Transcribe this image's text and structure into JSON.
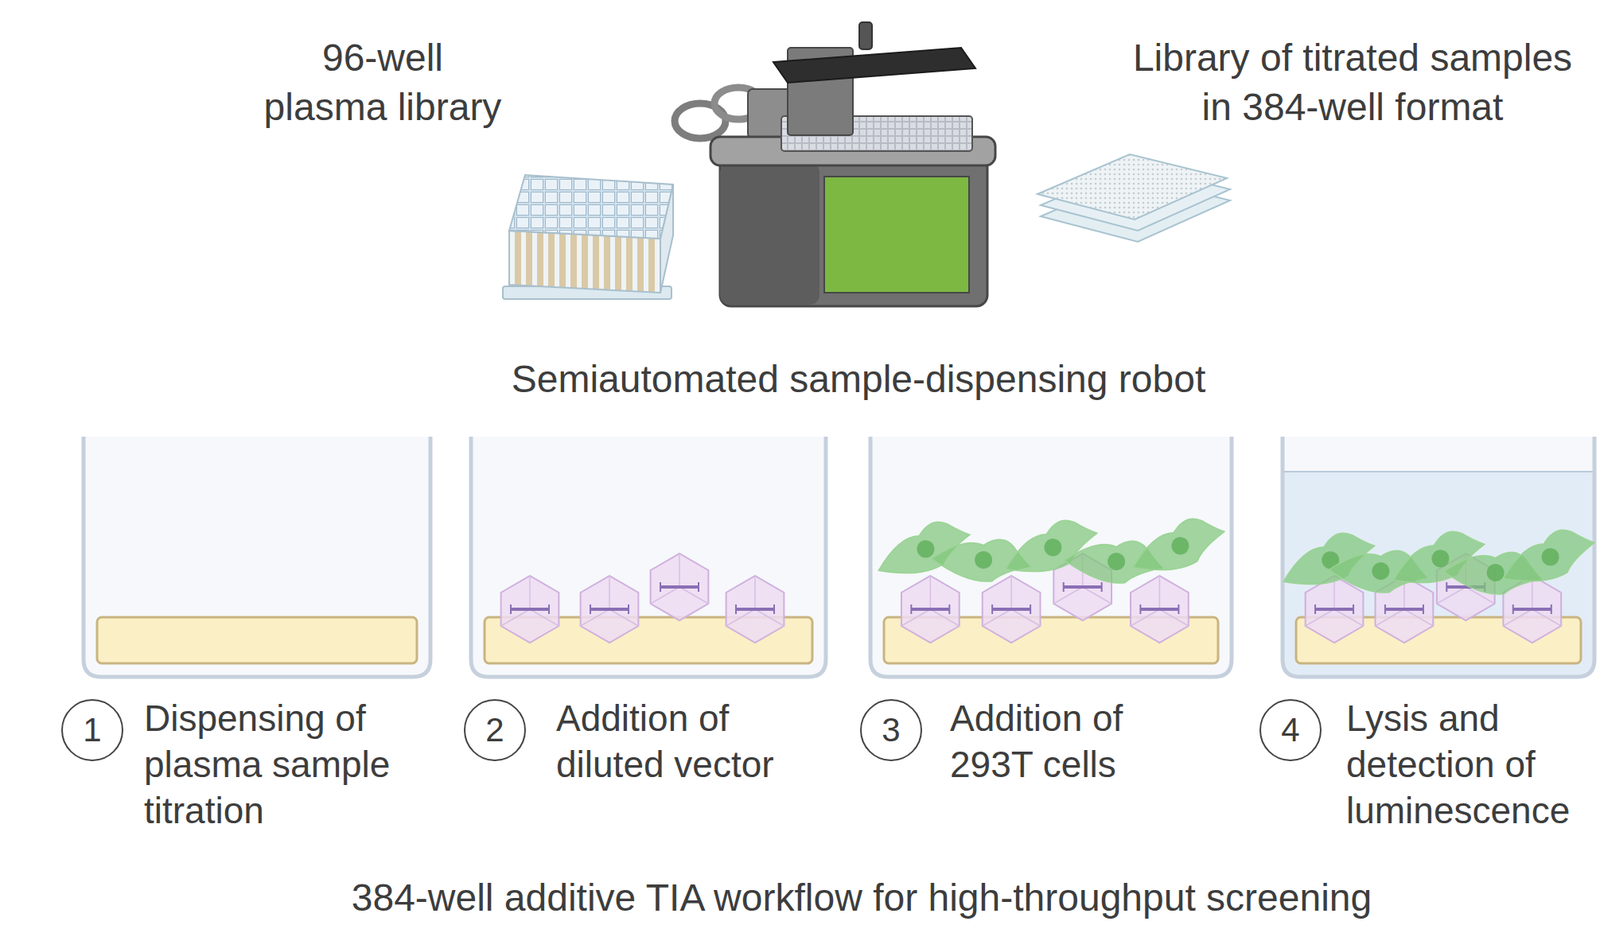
{
  "diagram": {
    "caption": "384-well additive TIA workflow for high-throughput screening",
    "nodes": [
      {
        "text": [
          "1"
        ]
      },
      {
        "text": [
          "2"
        ]
      },
      {
        "text": [
          "3"
        ]
      },
      {
        "text": [
          "4"
        ]
      }
    ],
    "labels": [
      "96-well plasma library",
      "Library of titrated samples in 384-well format",
      "Semiautomated sample-dispensing robot",
      "Dispensing of plasma sample titration",
      "Addition of diluted vector",
      "Addition of 293T cells",
      "Lysis and detection of luminescence"
    ]
  }
}
